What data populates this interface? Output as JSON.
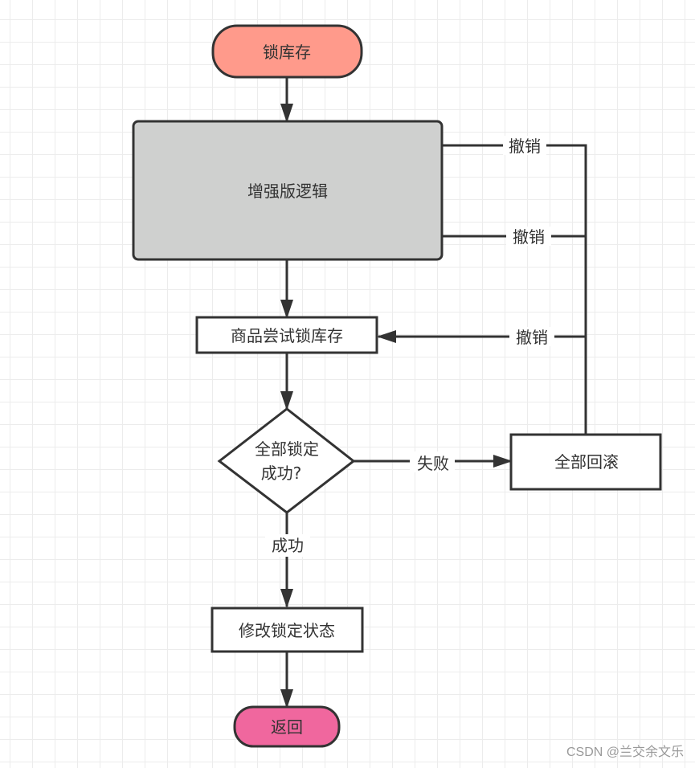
{
  "diagram": {
    "title": "锁库存流程",
    "colors": {
      "start_fill": "#ff9a8b",
      "end_fill": "#f0679e",
      "process_gray_fill": "#cfd0cf",
      "process_fill": "#ffffff",
      "stroke": "#333333",
      "text": "#333333"
    },
    "nodes": {
      "start": {
        "label": "锁库存",
        "shape": "terminator"
      },
      "enhanced_logic": {
        "label": "增强版逻辑",
        "shape": "process"
      },
      "try_lock": {
        "label": "商品尝试锁库存",
        "shape": "process"
      },
      "decision": {
        "line1": "全部锁定",
        "line2": "成功?",
        "shape": "decision"
      },
      "rollback": {
        "label": "全部回滚",
        "shape": "process"
      },
      "update_status": {
        "label": "修改锁定状态",
        "shape": "process"
      },
      "end": {
        "label": "返回",
        "shape": "terminator"
      }
    },
    "edges": {
      "start_to_logic": {
        "from": "start",
        "to": "enhanced_logic",
        "label": ""
      },
      "logic_to_try": {
        "from": "enhanced_logic",
        "to": "try_lock",
        "label": ""
      },
      "try_to_decision": {
        "from": "try_lock",
        "to": "decision",
        "label": ""
      },
      "decision_fail": {
        "from": "decision",
        "to": "rollback",
        "label": "失败"
      },
      "decision_success": {
        "from": "decision",
        "to": "update_status",
        "label": "成功"
      },
      "update_to_end": {
        "from": "update_status",
        "to": "end",
        "label": ""
      },
      "undo_1": {
        "from": "rollback",
        "to": "enhanced_logic",
        "label": "撤销"
      },
      "undo_2": {
        "from": "rollback",
        "to": "enhanced_logic",
        "label": "撤销"
      },
      "undo_3": {
        "from": "rollback",
        "to": "try_lock",
        "label": "撤销"
      }
    }
  },
  "watermark": "CSDN @兰交余文乐"
}
